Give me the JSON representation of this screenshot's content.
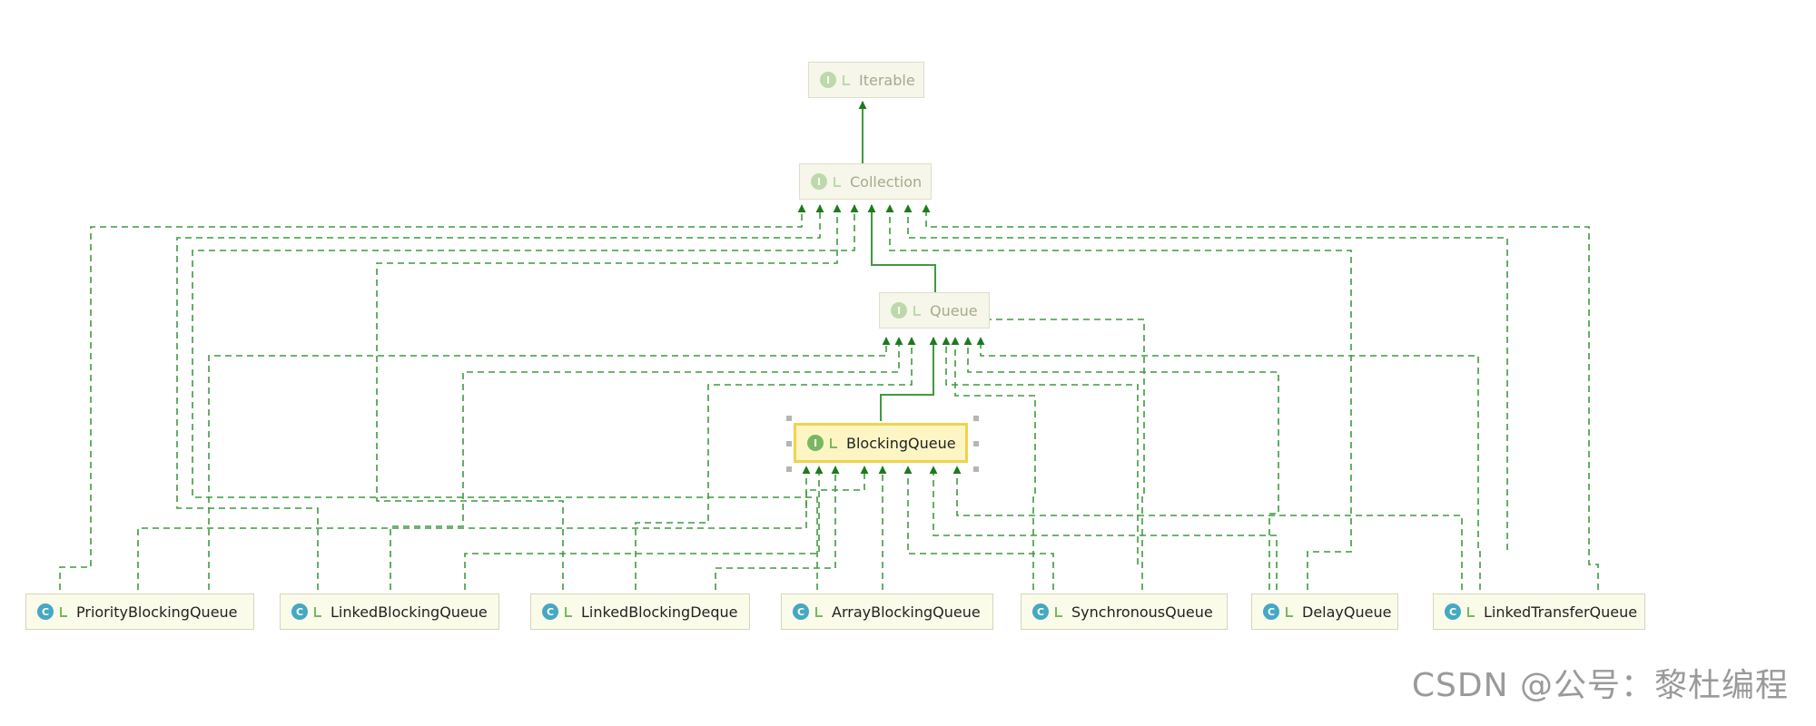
{
  "nodes": {
    "iterable": {
      "label": "Iterable",
      "kind": "I"
    },
    "collection": {
      "label": "Collection",
      "kind": "I"
    },
    "queue": {
      "label": "Queue",
      "kind": "I"
    },
    "blocking_queue": {
      "label": "BlockingQueue",
      "kind": "I"
    },
    "priority_blocking_queue": {
      "label": "PriorityBlockingQueue",
      "kind": "C"
    },
    "linked_blocking_queue": {
      "label": "LinkedBlockingQueue",
      "kind": "C"
    },
    "linked_blocking_deque": {
      "label": "LinkedBlockingDeque",
      "kind": "C"
    },
    "array_blocking_queue": {
      "label": "ArrayBlockingQueue",
      "kind": "C"
    },
    "synchronous_queue": {
      "label": "SynchronousQueue",
      "kind": "C"
    },
    "delay_queue": {
      "label": "DelayQueue",
      "kind": "C"
    },
    "linked_transfer_queue": {
      "label": "LinkedTransferQueue",
      "kind": "C"
    }
  },
  "selected_node": "BlockingQueue",
  "edges": [
    {
      "from": "Collection",
      "to": "Iterable",
      "style": "extends"
    },
    {
      "from": "Queue",
      "to": "Collection",
      "style": "extends"
    },
    {
      "from": "BlockingQueue",
      "to": "Queue",
      "style": "extends"
    },
    {
      "from": "PriorityBlockingQueue",
      "to": "Collection",
      "style": "implements"
    },
    {
      "from": "PriorityBlockingQueue",
      "to": "Queue",
      "style": "implements"
    },
    {
      "from": "PriorityBlockingQueue",
      "to": "BlockingQueue",
      "style": "implements"
    },
    {
      "from": "LinkedBlockingQueue",
      "to": "Collection",
      "style": "implements"
    },
    {
      "from": "LinkedBlockingQueue",
      "to": "Queue",
      "style": "implements"
    },
    {
      "from": "LinkedBlockingQueue",
      "to": "BlockingQueue",
      "style": "implements"
    },
    {
      "from": "LinkedBlockingDeque",
      "to": "Collection",
      "style": "implements"
    },
    {
      "from": "LinkedBlockingDeque",
      "to": "Queue",
      "style": "implements"
    },
    {
      "from": "LinkedBlockingDeque",
      "to": "BlockingQueue",
      "style": "implements"
    },
    {
      "from": "ArrayBlockingQueue",
      "to": "Collection",
      "style": "implements"
    },
    {
      "from": "ArrayBlockingQueue",
      "to": "Queue",
      "style": "implements"
    },
    {
      "from": "ArrayBlockingQueue",
      "to": "BlockingQueue",
      "style": "implements"
    },
    {
      "from": "SynchronousQueue",
      "to": "Collection",
      "style": "implements"
    },
    {
      "from": "SynchronousQueue",
      "to": "Queue",
      "style": "implements"
    },
    {
      "from": "SynchronousQueue",
      "to": "BlockingQueue",
      "style": "implements"
    },
    {
      "from": "DelayQueue",
      "to": "Collection",
      "style": "implements"
    },
    {
      "from": "DelayQueue",
      "to": "Queue",
      "style": "implements"
    },
    {
      "from": "DelayQueue",
      "to": "BlockingQueue",
      "style": "implements"
    },
    {
      "from": "LinkedTransferQueue",
      "to": "Collection",
      "style": "implements"
    },
    {
      "from": "LinkedTransferQueue",
      "to": "Queue",
      "style": "implements"
    },
    {
      "from": "LinkedTransferQueue",
      "to": "BlockingQueue",
      "style": "implements"
    }
  ],
  "colors": {
    "edge": "#3f9a3f",
    "arrow": "#1d7a1d",
    "node_fill": "#fbfbea",
    "selected_border": "#f0d34c",
    "interface_badge": "#79b860",
    "class_badge": "#45a8c4"
  },
  "watermark": "CSDN @公号：黎杜编程"
}
